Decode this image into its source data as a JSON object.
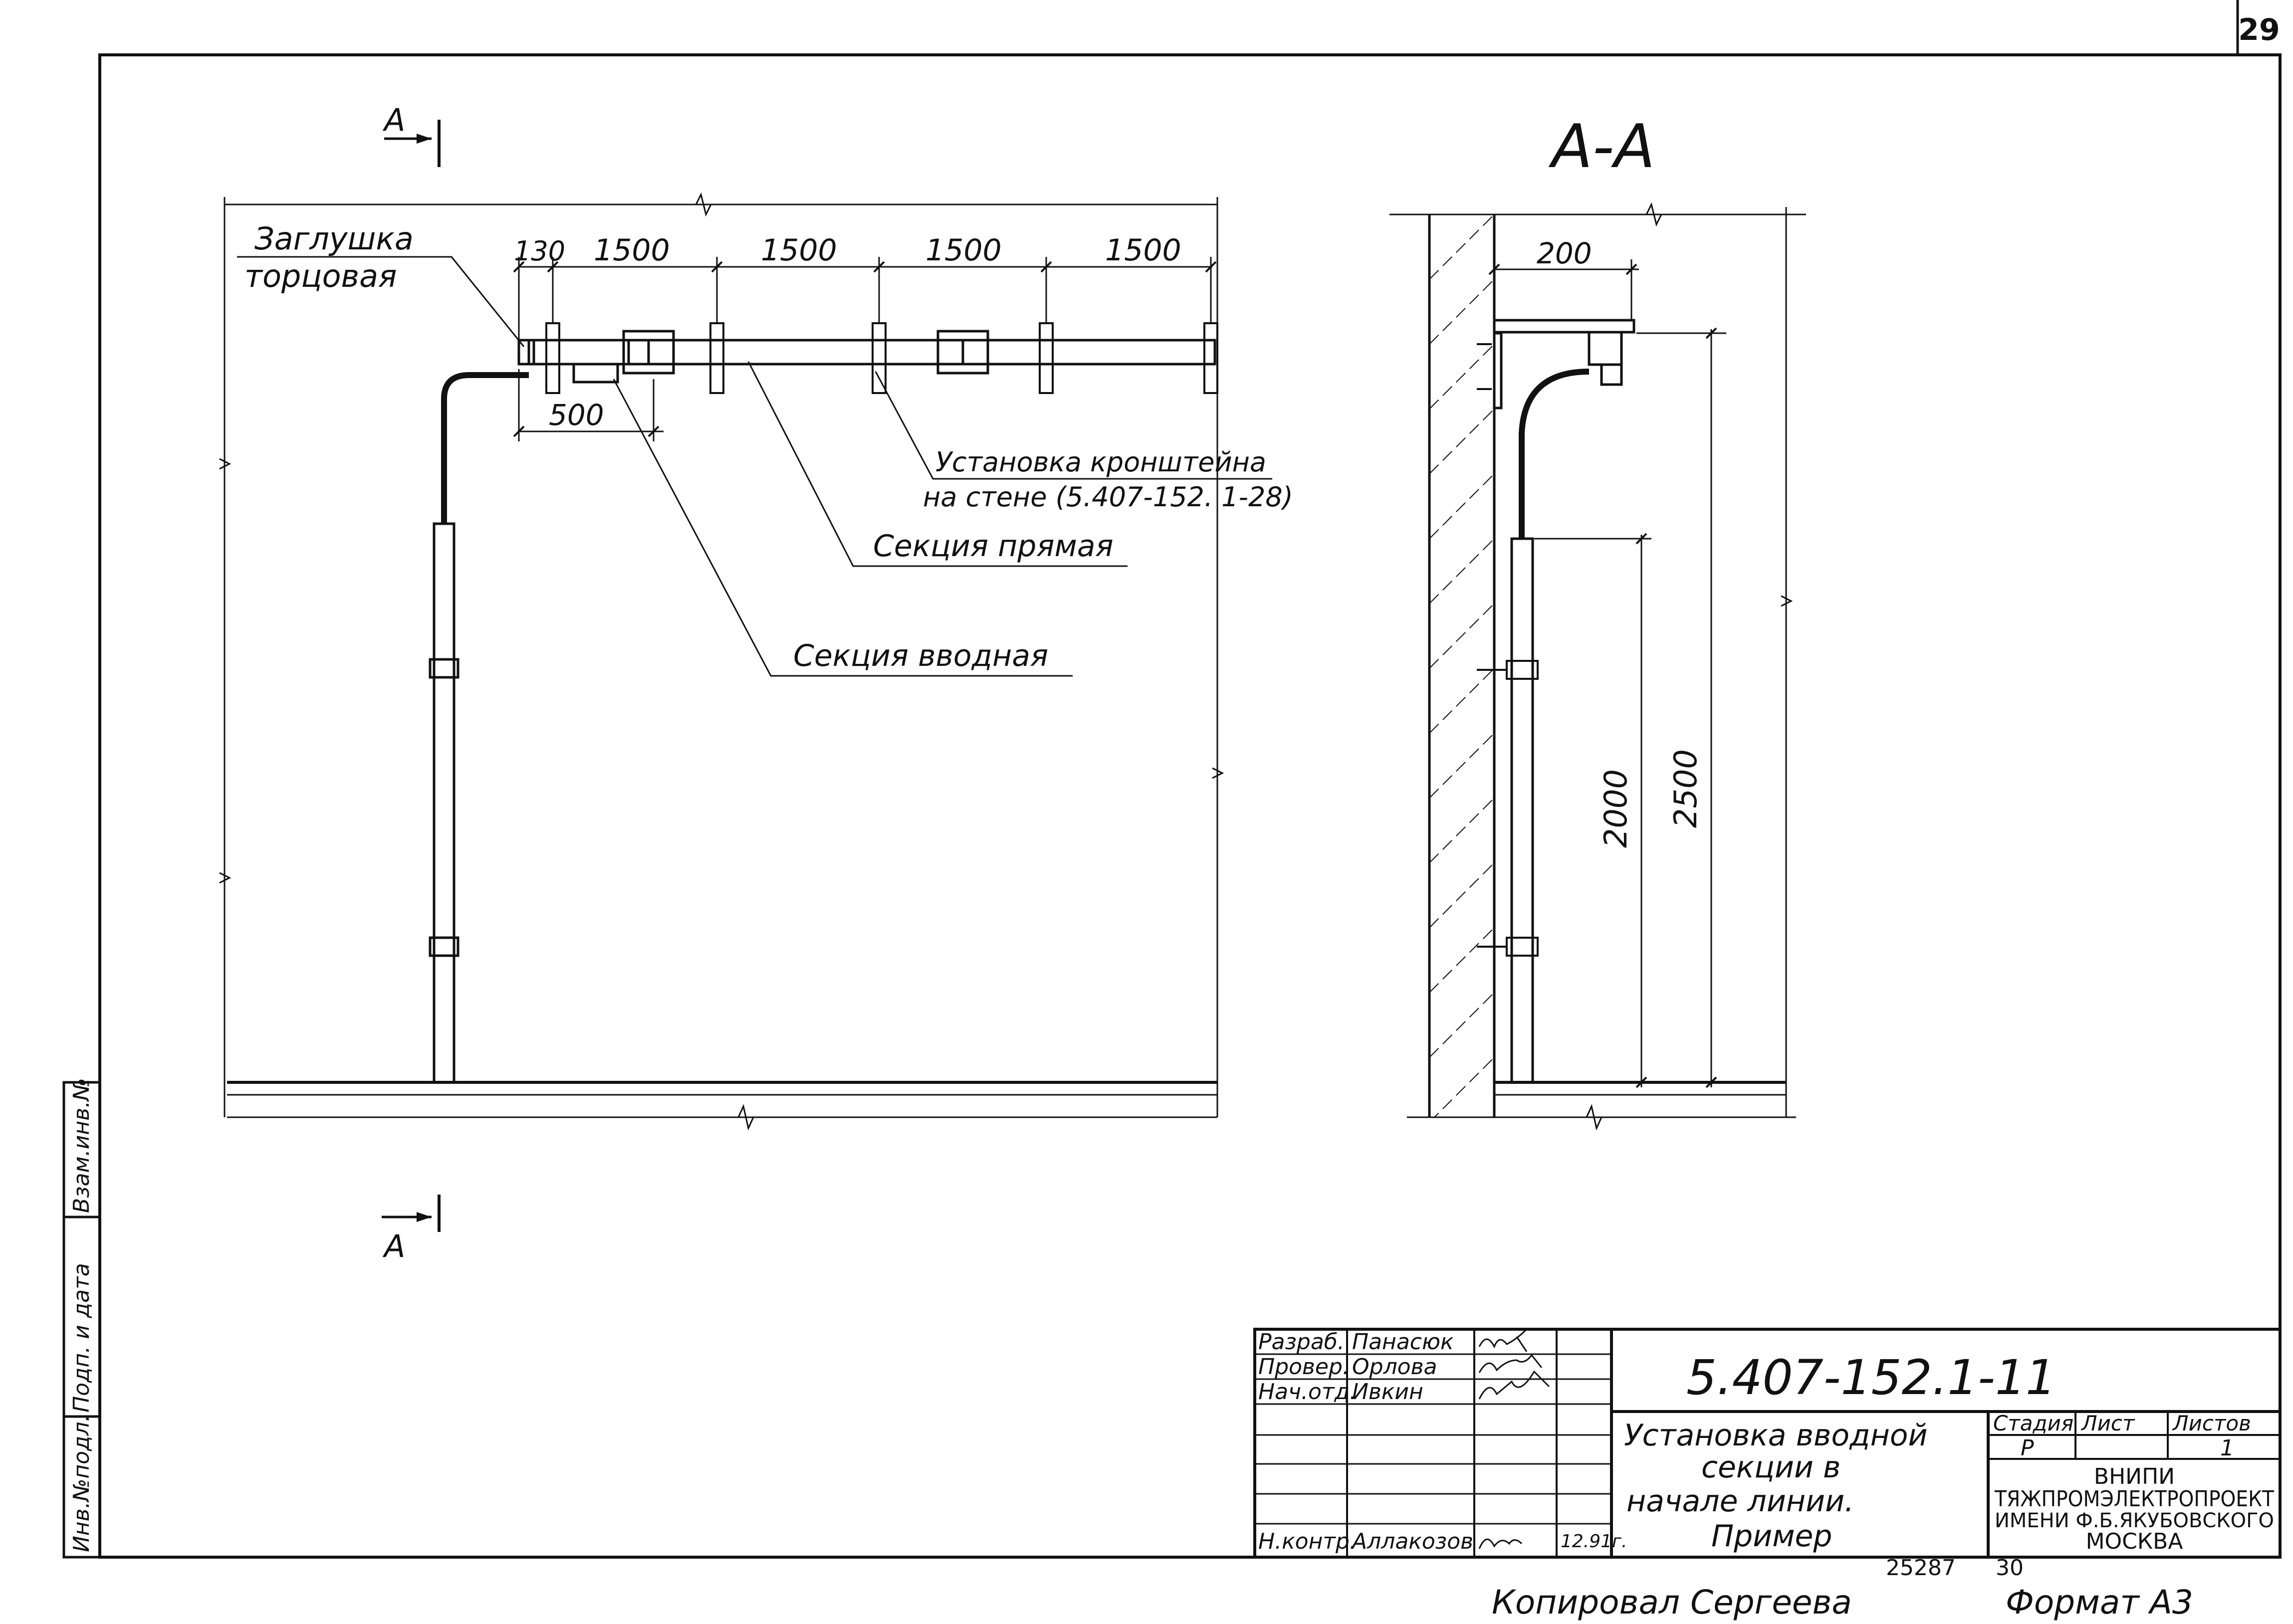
{
  "sheet": {
    "page_number": "29",
    "section_mark": "A",
    "section_title": "А-А"
  },
  "front_view": {
    "labels": {
      "end_cap": [
        "Заглушка",
        "торцовая"
      ],
      "bracket": [
        "Установка кронштейна",
        "на стене (5.407-152. 1-28)"
      ],
      "straight_section": "Секция прямая",
      "input_section": "Секция вводная"
    },
    "dimensions": {
      "offset": "130",
      "spans": [
        "1500",
        "1500",
        "1500",
        "1500"
      ],
      "input_len": "500"
    }
  },
  "side_view": {
    "dimensions": {
      "bracket_reach": "200",
      "height_low": "2000",
      "height_high": "2500"
    }
  },
  "title_block": {
    "designation": "5.407-152.1-11",
    "title_lines": [
      "Установка вводной",
      "секции в",
      "начале линии.",
      "Пример"
    ],
    "roles": [
      "Разраб.",
      "Провер.",
      "Нач.отд.",
      "Н.контр."
    ],
    "names": [
      "Панасюк",
      "Орлова",
      "Ивкин",
      "Аллакозов"
    ],
    "date": "12.91г.",
    "stage_header": "Стадия",
    "sheet_header": "Лист",
    "sheets_header": "Листов",
    "stage": "Р",
    "sheets_count": "1",
    "org": [
      "ВНИПИ",
      "ТЯЖПРОМЭЛЕКТРОПРОЕКТ",
      "ИМЕНИ Ф.Б.ЯКУБОВСКОГО",
      "МОСКВА"
    ]
  },
  "side_stamp": [
    "Инв.№подл.",
    "Подп. и дата",
    "Взам.инв.№"
  ],
  "footer": {
    "copied_by": "Копировал  Сергеева",
    "format": "Формат А3",
    "number_left": "25287",
    "number_right": "30"
  }
}
